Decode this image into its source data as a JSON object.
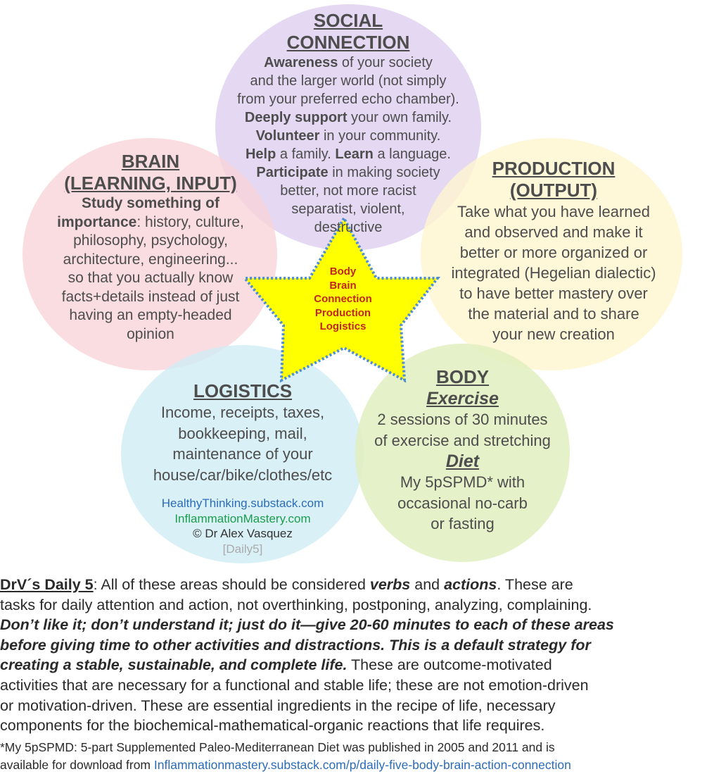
{
  "social": {
    "title_1": "SOCIAL",
    "title_2": "CONNECTION",
    "b1": "Awareness",
    "t1": " of your society",
    "t2": "and the larger world (not simply",
    "t3": "from your preferred echo chamber).",
    "b2": "Deeply support",
    "t4": " your own family.",
    "b3": "Volunteer",
    "t5": " in your community.",
    "b4": "Help",
    "t6": " a family. ",
    "b5": "Learn",
    "t7": " a language.",
    "b6": "Participate",
    "t8": " in making society",
    "t9": "better, not more racist",
    "t10": "separatist, violent,",
    "t11": "destructive"
  },
  "brain": {
    "title_1": "BRAIN",
    "title_2": "(LEARNING, INPUT)",
    "b1": "Study something of",
    "b2": "importance",
    "t1": ": history, culture,",
    "t2": "philosophy, psychology,",
    "t3": "architecture, engineering...",
    "t4": "so that you actually know",
    "t5": "facts+details instead of just",
    "t6": "having an empty-headed",
    "t7": "opinion"
  },
  "production": {
    "title_1": "PRODUCTION",
    "title_2": "(OUTPUT)",
    "t1": "Take what you have learned",
    "t2": "and observed and make it",
    "t3": "better or more organized or",
    "t4": "integrated (Hegelian dialectic)",
    "t5": "to have better mastery over",
    "t6": "the material and to share",
    "t7": "your new creation"
  },
  "logistics": {
    "title": "LOGISTICS",
    "t1": "Income, receipts, taxes,",
    "t2": "bookkeeping, mail,",
    "t3": "maintenance of your",
    "t4": "house/car/bike/clothes/etc",
    "link1": "HealthyThinking.substack.com",
    "link2": "InflammationMastery.com",
    "copyright": "© Dr Alex Vasquez",
    "tag": "[Daily5]"
  },
  "body_area": {
    "title": "BODY",
    "sub1": "Exercise",
    "t1": "2 sessions of 30 minutes",
    "t2": "of exercise and stretching",
    "sub2": "Diet",
    "t3": "My 5pSPMD* with",
    "t4": "occasional no-carb",
    "t5": "or fasting"
  },
  "star_labels": [
    "Body",
    "Brain",
    "Connection",
    "Production",
    "Logistics"
  ],
  "paragraph": {
    "heading": "DrV´s Daily 5",
    "p1": ": All of these areas should be considered ",
    "verbs": "verbs",
    "p2": " and ",
    "actions": "actions",
    "p3": ". These are",
    "l2": "tasks for daily attention and action, not overthinking, postponing, analyzing, complaining.",
    "bi1": "Don’t like it; don’t understand it; just do it—give 20-60 minutes to each of these areas",
    "bi2": "before giving time to other activities and distractions. This is a default strategy for",
    "bi3": "creating a stable, sustainable, and complete life.",
    "p4": " These are outcome-motivated",
    "l6": "activities that are necessary for a functional and stable life; these are not emotion-driven",
    "l7": "or motivation-driven. These are essential ingredients in the recipe of life, necessary",
    "l8": "components for the biochemical-mathematical-organic reactions that life requires."
  },
  "footnote": {
    "l1": "*My 5pSPMD: 5-part Supplemented Paleo-Mediterranean Diet was published in 2005 and 2011 and is",
    "l2": "available for download from ",
    "url": "Inflammationmastery.substack.com/p/daily-five-body-brain-action-connection"
  },
  "colors": {
    "star_fill": "#ffff00",
    "star_outline": "#4f8fd0",
    "star_text": "#c0261f",
    "social_circle": "#dccdf0",
    "brain_circle": "#f8d4d8",
    "production_circle": "#fef6d0",
    "logistics_circle": "#cfecf5",
    "body_circle": "#e1eebe",
    "link_blue": "#2b6cb8",
    "link_green": "#1a9e4b"
  }
}
